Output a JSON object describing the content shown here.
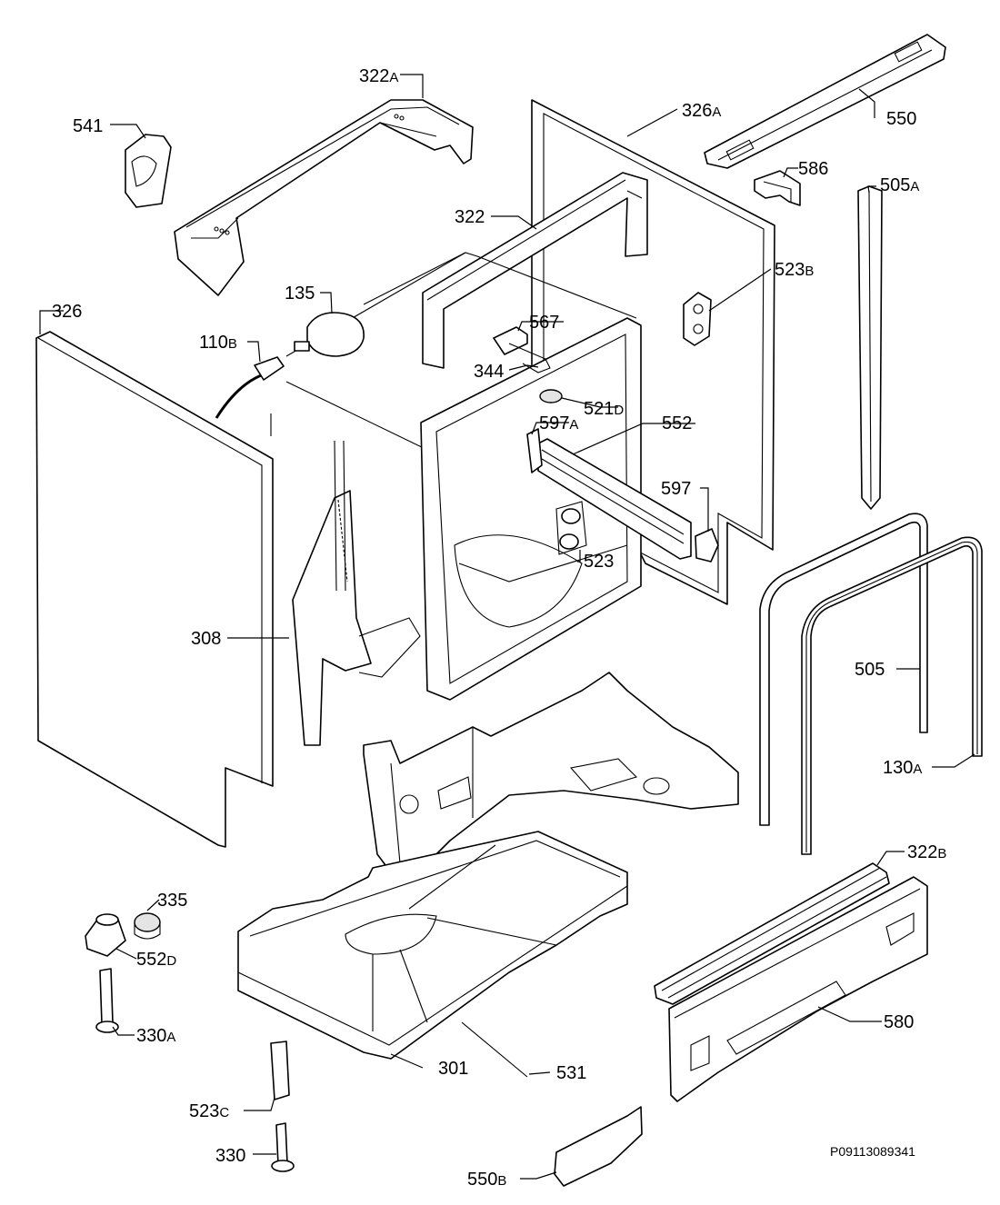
{
  "drawing_code": "P09113089341",
  "callouts": [
    {
      "id": "c322a",
      "num": "322",
      "suffix": "A"
    },
    {
      "id": "c541",
      "num": "541",
      "suffix": ""
    },
    {
      "id": "c326a",
      "num": "326",
      "suffix": "A"
    },
    {
      "id": "c550",
      "num": "550",
      "suffix": ""
    },
    {
      "id": "c586",
      "num": "586",
      "suffix": ""
    },
    {
      "id": "c505a",
      "num": "505",
      "suffix": "A"
    },
    {
      "id": "c322",
      "num": "322",
      "suffix": ""
    },
    {
      "id": "c523b",
      "num": "523",
      "suffix": "B"
    },
    {
      "id": "c135",
      "num": "135",
      "suffix": ""
    },
    {
      "id": "c567",
      "num": "567",
      "suffix": ""
    },
    {
      "id": "c326",
      "num": "326",
      "suffix": ""
    },
    {
      "id": "c110b",
      "num": "110",
      "suffix": "B"
    },
    {
      "id": "c344",
      "num": "344",
      "suffix": ""
    },
    {
      "id": "c521d",
      "num": "521",
      "suffix": "D"
    },
    {
      "id": "c597a",
      "num": "597",
      "suffix": "A"
    },
    {
      "id": "c552",
      "num": "552",
      "suffix": ""
    },
    {
      "id": "c597",
      "num": "597",
      "suffix": ""
    },
    {
      "id": "c523",
      "num": "523",
      "suffix": ""
    },
    {
      "id": "c308",
      "num": "308",
      "suffix": ""
    },
    {
      "id": "c505",
      "num": "505",
      "suffix": ""
    },
    {
      "id": "c130a",
      "num": "130",
      "suffix": "A"
    },
    {
      "id": "c322b",
      "num": "322",
      "suffix": "B"
    },
    {
      "id": "c335",
      "num": "335",
      "suffix": ""
    },
    {
      "id": "c552d",
      "num": "552",
      "suffix": "D"
    },
    {
      "id": "c580",
      "num": "580",
      "suffix": ""
    },
    {
      "id": "c330a",
      "num": "330",
      "suffix": "A"
    },
    {
      "id": "c301",
      "num": "301",
      "suffix": ""
    },
    {
      "id": "c531",
      "num": "531",
      "suffix": ""
    },
    {
      "id": "c523c",
      "num": "523",
      "suffix": "C"
    },
    {
      "id": "c330",
      "num": "330",
      "suffix": ""
    },
    {
      "id": "c550b",
      "num": "550",
      "suffix": "B"
    }
  ]
}
